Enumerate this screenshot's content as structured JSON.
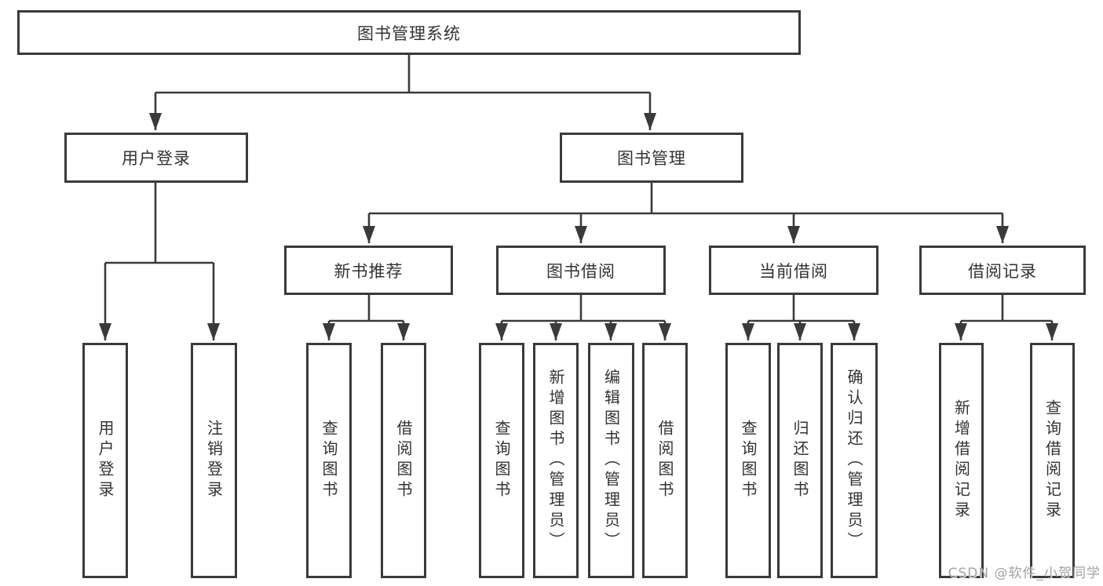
{
  "page": {
    "background": "#ffffff",
    "line_color": "#3a3a3a",
    "text_color": "#333333"
  },
  "watermark": {
    "text": "CSDN @软件_小贺同学",
    "color": "#a3a3a3"
  },
  "diagram": {
    "type": "hierarchy-tree",
    "nodes": {
      "root": {
        "label": "图书管理系统"
      },
      "user_login": {
        "label": "用户登录"
      },
      "book_mgmt": {
        "label": "图书管理"
      },
      "new_book_rec": {
        "label": "新书推荐"
      },
      "book_borrow": {
        "label": "图书借阅"
      },
      "current_borrow": {
        "label": "当前借阅"
      },
      "borrow_records": {
        "label": "借阅记录"
      },
      "user_login_action": {
        "label": "用户登录"
      },
      "logout_action": {
        "label": "注销登录"
      },
      "rec_query_books": {
        "label": "查询图书"
      },
      "rec_borrow_books": {
        "label": "借阅图书"
      },
      "bb_query_books": {
        "label": "查询图书"
      },
      "bb_add_books": {
        "label": "新增图书（管理员）"
      },
      "bb_edit_books": {
        "label": "编辑图书（管理员）"
      },
      "bb_borrow_books": {
        "label": "借阅图书"
      },
      "cb_query_books": {
        "label": "查询图书"
      },
      "cb_return_books": {
        "label": "归还图书"
      },
      "cb_confirm_return": {
        "label": "确认归还（管理员）"
      },
      "br_add_record": {
        "label": "新增借阅记录"
      },
      "br_query_record": {
        "label": "查询借阅记录"
      }
    },
    "hierarchy": {
      "图书管理系统": {
        "用户登录": [
          "用户登录",
          "注销登录"
        ],
        "图书管理": {
          "新书推荐": [
            "查询图书",
            "借阅图书"
          ],
          "图书借阅": [
            "查询图书",
            "新增图书（管理员）",
            "编辑图书（管理员）",
            "借阅图书"
          ],
          "当前借阅": [
            "查询图书",
            "归还图书",
            "确认归还（管理员）"
          ],
          "借阅记录": [
            "新增借阅记录",
            "查询借阅记录"
          ]
        }
      }
    }
  }
}
